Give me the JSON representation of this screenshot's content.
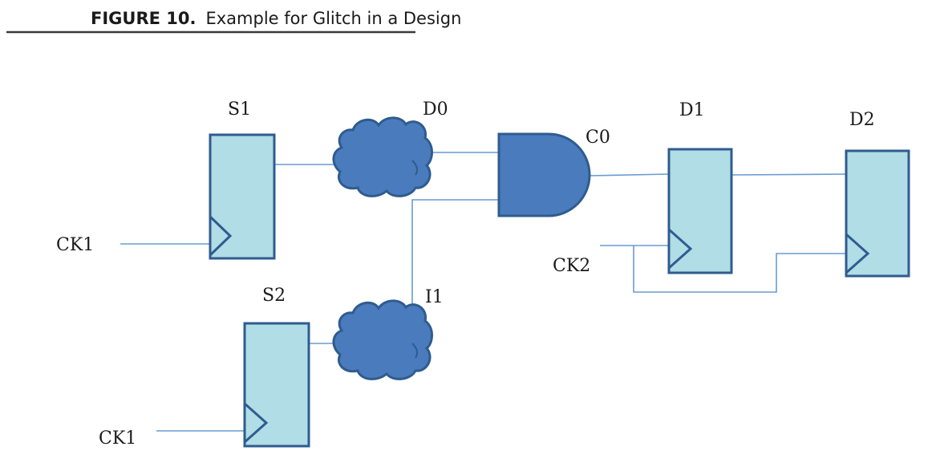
{
  "figure": {
    "number_label": "FIGURE 10.",
    "title": "Example for Glitch in a Design"
  },
  "labels": {
    "s1": "S1",
    "s2": "S2",
    "d0": "D0",
    "i1": "I1",
    "c0": "C0",
    "d1": "D1",
    "d2": "D2",
    "ck1_top": "CK1",
    "ck1_bottom": "CK1",
    "ck2": "CK2"
  },
  "colors": {
    "flop_fill": "#b0dde6",
    "outline": "#2f5c8f",
    "gate_fill": "#4a7bbd",
    "wire": "#6a9bd0"
  }
}
